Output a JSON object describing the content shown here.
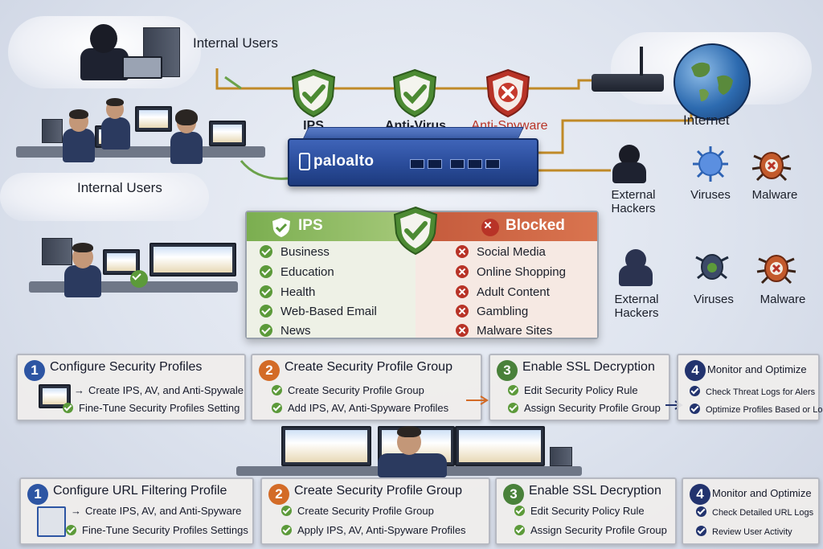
{
  "top_labels": {
    "internal_users_top": "Internal Users",
    "internal_users_left": "Internal Users",
    "internet": "Internet"
  },
  "shields": [
    {
      "label": "IPS",
      "status": "allow",
      "color": "#5c9a3a"
    },
    {
      "label": "Anti-Virus",
      "status": "allow",
      "color": "#5c9a3a"
    },
    {
      "label": "Anti-Spyware",
      "status": "block",
      "color": "#b83327"
    }
  ],
  "firewall": {
    "brand": "paloalto"
  },
  "threats_row1": [
    "External Hackers",
    "Viruses",
    "Malware"
  ],
  "threats_row2": [
    "External Hackers",
    "Viruses",
    "Malware"
  ],
  "policy": {
    "allow_header": "IPS",
    "block_header": "Blocked",
    "allowed": [
      "Business",
      "Education",
      "Health",
      "Web-Based Email",
      "News"
    ],
    "blocked": [
      "Social Media",
      "Online Shopping",
      "Adult Content",
      "Gambling",
      "Malware Sites"
    ]
  },
  "steps_row1": [
    {
      "num": "1",
      "title": "Configure Security Profiles",
      "items": [
        "Create IPS, AV, and Anti-Spywale",
        "Fine-Tune Security Profiles Setting"
      ]
    },
    {
      "num": "2",
      "title": "Create Security Profile Group",
      "items": [
        "Create Security Profile Group",
        "Add IPS, AV, Anti-Spyware Profiles"
      ]
    },
    {
      "num": "3",
      "title": "Enable SSL Decryption",
      "items": [
        "Edit Security Policy Rule",
        "Assign Security Profile Group"
      ]
    },
    {
      "num": "4",
      "title": "Monitor and Optimize",
      "items": [
        "Check Threat Logs for Alers",
        "Optimize Profiles Based or Logs"
      ]
    }
  ],
  "steps_row2": [
    {
      "num": "1",
      "title": "Configure URL Filtering Profile",
      "items": [
        "Create IPS, AV, and Anti-Spyware",
        "Fine-Tune Security Profiles Settings"
      ]
    },
    {
      "num": "2",
      "title": "Create Security Profile Group",
      "items": [
        "Create Security Profile Group",
        "Apply IPS, AV, Anti-Spyware Profiles"
      ]
    },
    {
      "num": "3",
      "title": "Enable SSL Decryption",
      "items": [
        "Edit Security Policy Rule",
        "Assign Security Profile Group"
      ]
    },
    {
      "num": "4",
      "title": "Monitor and Optimize",
      "items": [
        "Check Detailed URL Logs",
        "Review User Activity"
      ]
    }
  ],
  "colors": {
    "allow": "#5c9a3a",
    "block": "#b83327",
    "firewall_blue": "#2a4c9a"
  }
}
